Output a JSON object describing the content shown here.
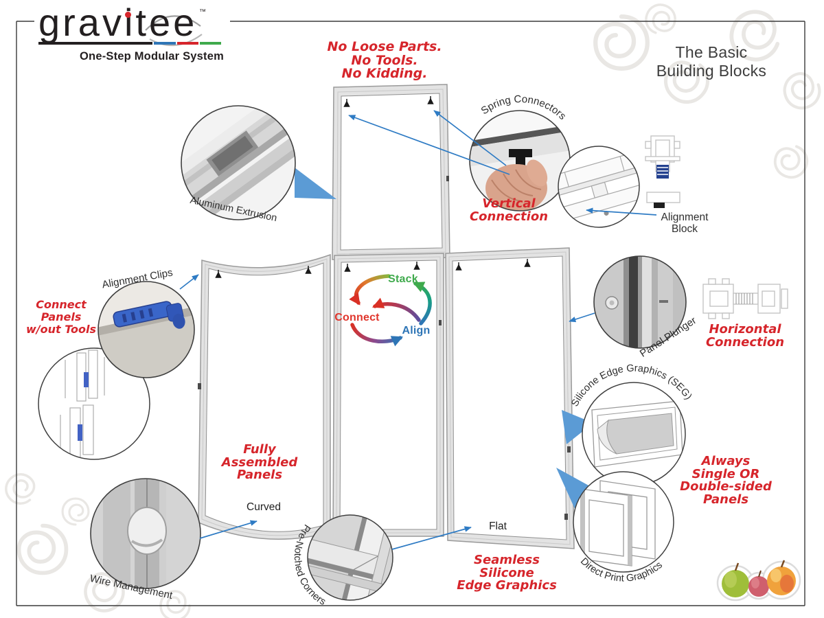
{
  "logo": {
    "brand": "gravitee",
    "trademark": "™",
    "tagline": "One-Step Modular System"
  },
  "slogan": [
    "No Loose Parts.",
    "No Tools.",
    "No Kidding."
  ],
  "title": [
    "The Basic",
    "Building Blocks"
  ],
  "cycle": {
    "stack": "Stack",
    "connect": "Connect",
    "align": "Align"
  },
  "panel_labels": {
    "curved": "Curved",
    "flat": "Flat"
  },
  "callouts": {
    "aluminum_extrusion": "Aluminum Extrusion",
    "spring_connectors": "Spring Connectors",
    "vertical_connection": [
      "Vertical",
      "Connection"
    ],
    "alignment_block": [
      "Alignment",
      "Block"
    ],
    "alignment_clips": "Alignment Clips",
    "connect_panels": [
      "Connect",
      "Panels",
      "w/out Tools"
    ],
    "panel_plunger": "Panel Plunger",
    "horizontal_connection": [
      "Horizontal",
      "Connection"
    ],
    "fully_assembled": [
      "Fully",
      "Assembled",
      "Panels"
    ],
    "wire_management": "Wire Management",
    "pre_notched_corners": "Pre-Notched Corners",
    "seamless_seg": [
      "Seamless",
      "Silicone",
      "Edge Graphics"
    ],
    "silicone_edge_graphics": "Silicone Edge Graphics (SEG)",
    "direct_print_graphics": "Direct Print Graphics",
    "always_panels": [
      "Always",
      "Single OR",
      "Double-sided",
      "Panels"
    ]
  },
  "colors": {
    "script_red": "#d6252b",
    "arrow_blue": "#2e7bc4",
    "wedge_blue": "#5b9bd5",
    "stack_green": "#3faa4c",
    "connect_red": "#e0352c",
    "align_blue": "#2e75b6",
    "clip_blue": "#3a66c9",
    "frame_gray": "#b2b2b2",
    "logo_black": "#231f20",
    "logo_underline": [
      "#231f20",
      "#2e75b6",
      "#d6252b",
      "#3faa4c"
    ]
  }
}
